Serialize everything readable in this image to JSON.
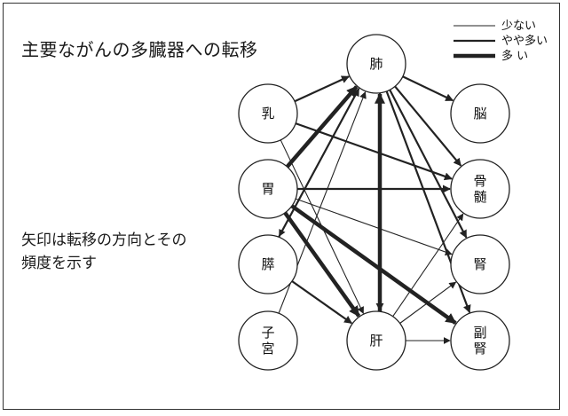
{
  "title": "主要ながんの多臓器への転移",
  "caption": [
    "矢印は転移の方向とその",
    "頻度を示す"
  ],
  "legend": [
    {
      "label": "少ない",
      "weight": "low"
    },
    {
      "label": "やや多い",
      "weight": "mid"
    },
    {
      "label": "多 い",
      "weight": "high"
    }
  ],
  "nodes": [
    {
      "id": "lung",
      "label": [
        "肺"
      ]
    },
    {
      "id": "breast",
      "label": [
        "乳"
      ]
    },
    {
      "id": "stomach",
      "label": [
        "胃"
      ]
    },
    {
      "id": "pancreas",
      "label": [
        "膵"
      ]
    },
    {
      "id": "uterus",
      "label": [
        "子",
        "宮"
      ]
    },
    {
      "id": "liver",
      "label": [
        "肝"
      ]
    },
    {
      "id": "brain",
      "label": [
        "脳"
      ]
    },
    {
      "id": "bone",
      "label": [
        "骨",
        "髄"
      ]
    },
    {
      "id": "kidney",
      "label": [
        "腎"
      ]
    },
    {
      "id": "adrenal",
      "label": [
        "副",
        "腎"
      ]
    }
  ],
  "edges": [
    {
      "from": "breast",
      "to": "lung",
      "weight": "mid"
    },
    {
      "from": "stomach",
      "to": "lung",
      "weight": "high"
    },
    {
      "from": "pancreas",
      "to": "lung",
      "weight": "mid"
    },
    {
      "from": "uterus",
      "to": "lung",
      "weight": "low"
    },
    {
      "from": "liver",
      "to": "lung",
      "weight": "high"
    },
    {
      "from": "lung",
      "to": "brain",
      "weight": "mid"
    },
    {
      "from": "lung",
      "to": "bone",
      "weight": "mid"
    },
    {
      "from": "lung",
      "to": "kidney",
      "weight": "mid"
    },
    {
      "from": "lung",
      "to": "adrenal",
      "weight": "mid"
    },
    {
      "from": "lung",
      "to": "liver",
      "weight": "mid"
    },
    {
      "from": "lung",
      "to": "pancreas",
      "weight": "low"
    },
    {
      "from": "breast",
      "to": "bone",
      "weight": "mid"
    },
    {
      "from": "breast",
      "to": "liver",
      "weight": "low"
    },
    {
      "from": "stomach",
      "to": "bone",
      "weight": "mid"
    },
    {
      "from": "stomach",
      "to": "kidney",
      "weight": "low"
    },
    {
      "from": "stomach",
      "to": "liver",
      "weight": "high"
    },
    {
      "from": "stomach",
      "to": "adrenal",
      "weight": "high"
    },
    {
      "from": "pancreas",
      "to": "liver",
      "weight": "mid"
    },
    {
      "from": "liver",
      "to": "bone",
      "weight": "low"
    },
    {
      "from": "liver",
      "to": "kidney",
      "weight": "low"
    },
    {
      "from": "liver",
      "to": "adrenal",
      "weight": "low"
    }
  ]
}
